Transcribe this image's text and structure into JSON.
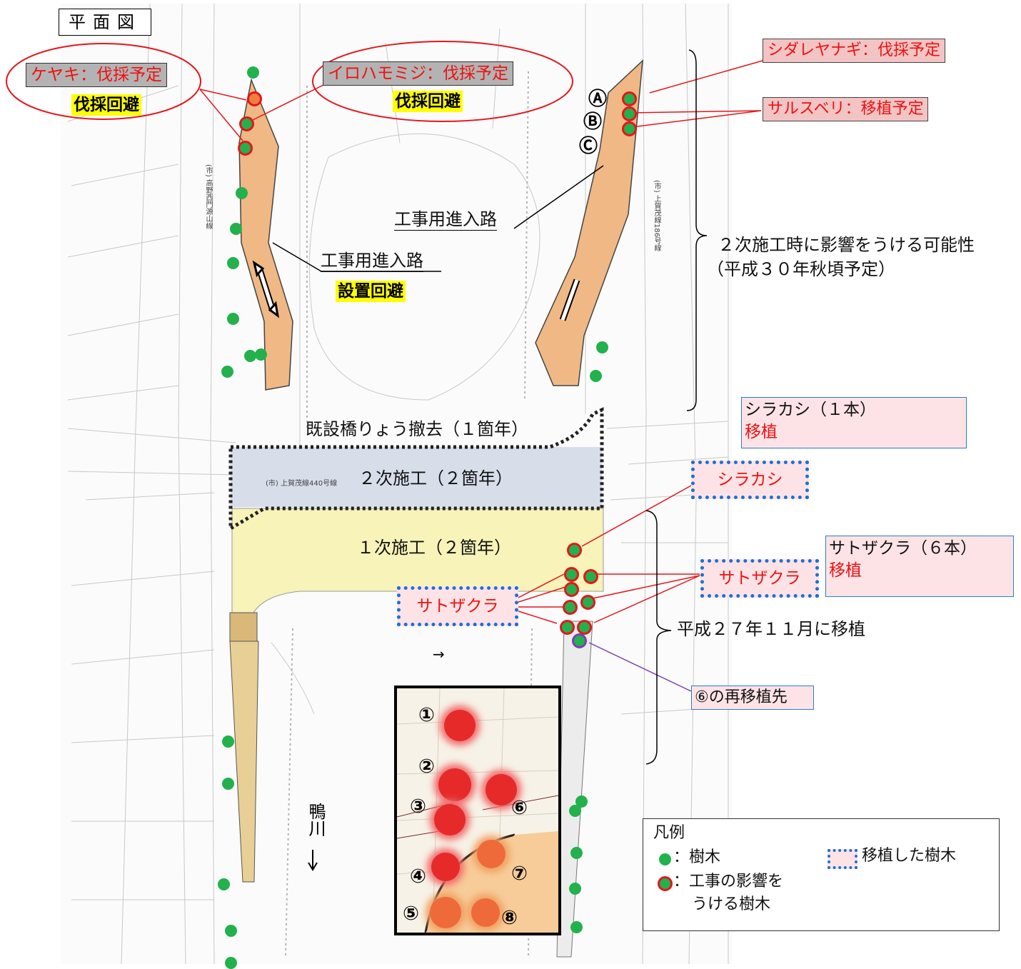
{
  "title": "平面図",
  "labels": {
    "keyaki": "ケヤキ：伐採予定",
    "keyaki_avoid": "伐採回避",
    "iroha": "イロハモミジ：伐採予定",
    "iroha_avoid": "伐採回避",
    "shidare": "シダレヤナギ：伐採予定",
    "sarusuberi": "サルスベリ：移植予定",
    "road_left": "工事用進入路",
    "road_left_avoid": "設置回避",
    "road_right": "工事用進入路",
    "impact_line1": "２次施工時に影響をうける可能性",
    "impact_line2": "（平成３０年秋頃予定）",
    "bridge_removal": "既設橋りょう撤去（１箇年）",
    "phase2": "２次施工（２箇年）",
    "phase1": "１次施工（２箇年）",
    "shirakashi_title": "シラカシ（１本）",
    "shirakashi_sub": "移植",
    "shirakashi_dotted": "シラカシ",
    "satozakura_title": "サトザクラ（６本）",
    "satozakura_sub": "移植",
    "satozakura_dotted_right": "サトザクラ",
    "satozakura_dotted_left": "サトザクラ",
    "transplant_date": "平成２７年１１月に移植",
    "retransplant": "⑥の再移植先",
    "river": "鴨川",
    "arrow_small": "→",
    "road_name_left": "(市) 高野西門源山線",
    "road_name_right": "(市) 上賀茂線186号線",
    "road_name_bridge": "(市) 上賀茂線440号線",
    "marker_a": "Ⓐ",
    "marker_b": "Ⓑ",
    "marker_c": "Ⓒ"
  },
  "inset_numbers": [
    "①",
    "②",
    "③",
    "④",
    "⑤",
    "⑥",
    "⑦",
    "⑧"
  ],
  "legend": {
    "title": "凡例",
    "tree": "：樹木",
    "affected_line1": "：工事の影響を",
    "affected_line2": "うける樹木",
    "transplanted": "移植した樹木"
  },
  "colors": {
    "tree_green": "#22b14c",
    "affected_red": "#e8141b",
    "phase1_fill": "#f7f3b9",
    "phase2_fill": "#d7deea",
    "road_fill": "#f0b884",
    "dotted_blue": "#1f6fd1"
  }
}
